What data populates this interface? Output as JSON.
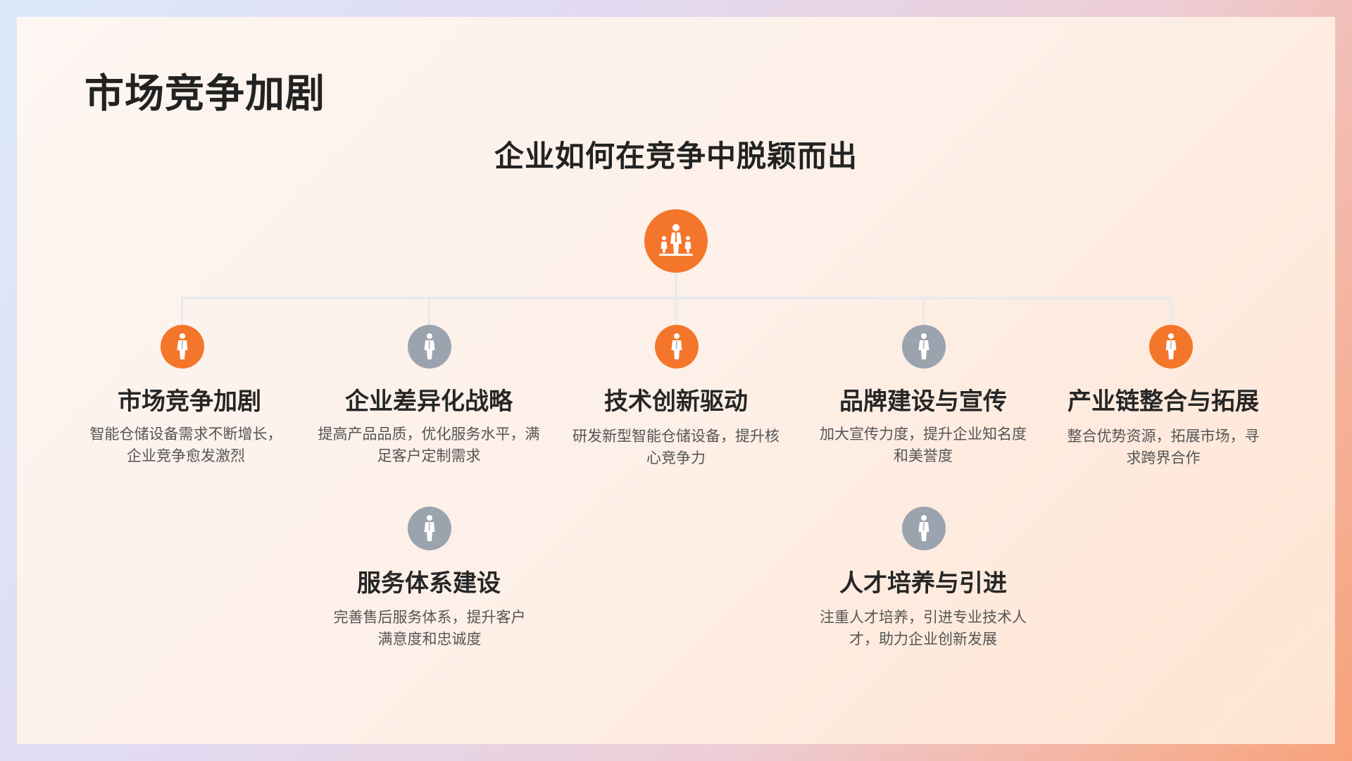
{
  "slide": {
    "title": "市场竞争加剧",
    "subtitle": "企业如何在竞争中脱颖而出"
  },
  "diagram": {
    "root_icon": "business-person-icon",
    "nodes": [
      {
        "title": "市场竞争加剧",
        "desc": "智能仓储设备需求不断增长，企业竞争愈发激烈",
        "icon": "person-icon",
        "color": "#f4762a"
      },
      {
        "title": "企业差异化战略",
        "desc": "提高产品品质，优化服务水平，满足客户定制需求",
        "icon": "person-icon",
        "color": "#9ba3af"
      },
      {
        "title": "技术创新驱动",
        "desc": "研发新型智能仓储设备，提升核心竞争力",
        "icon": "person-icon",
        "color": "#f4762a"
      },
      {
        "title": "品牌建设与宣传",
        "desc": "加大宣传力度，提升企业知名度和美誉度",
        "icon": "person-icon",
        "color": "#9ba3af"
      },
      {
        "title": "产业链整合与拓展",
        "desc": "整合优势资源，拓展市场，寻求跨界合作",
        "icon": "person-icon",
        "color": "#f4762a"
      },
      {
        "title": "服务体系建设",
        "desc": "完善售后服务体系，提升客户满意度和忠诚度",
        "icon": "person-icon",
        "color": "#9ba3af"
      },
      {
        "title": "人才培养与引进",
        "desc": "注重人才培养，引进专业技术人才，助力企业创新发展",
        "icon": "person-icon",
        "color": "#9ba3af"
      }
    ]
  }
}
